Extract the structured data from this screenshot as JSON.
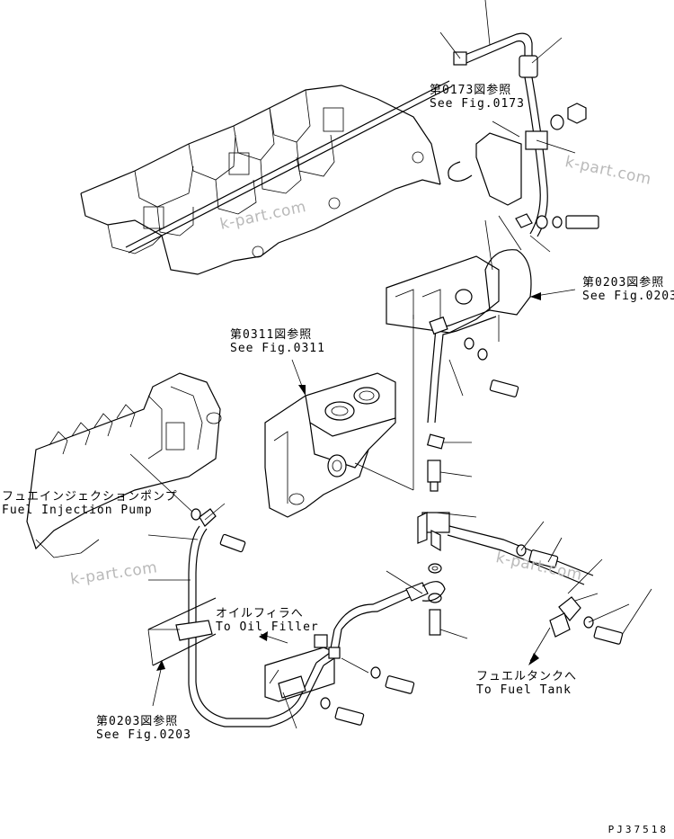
{
  "refs": {
    "fig0173": {
      "jp": "第0173図参照",
      "en": "See Fig.0173"
    },
    "fig0203_right": {
      "jp": "第0203図参照",
      "en": "See Fig.0203"
    },
    "fig0311": {
      "jp": "第0311図参照",
      "en": "See Fig.0311"
    },
    "fig0203_bottom": {
      "jp": "第0203図参照",
      "en": "See Fig.0203"
    }
  },
  "components": {
    "injection_pump": {
      "jp": "フュエインジェクションポンプ",
      "en": "Fuel Injection Pump"
    },
    "oil_filler": {
      "jp": "オイルフィラへ",
      "en": "To Oil Filler"
    },
    "fuel_tank": {
      "jp": "フュエルタンクへ",
      "en": "To Fuel Tank"
    }
  },
  "watermark": "k-part.com",
  "drawing_code": "PJ37518"
}
